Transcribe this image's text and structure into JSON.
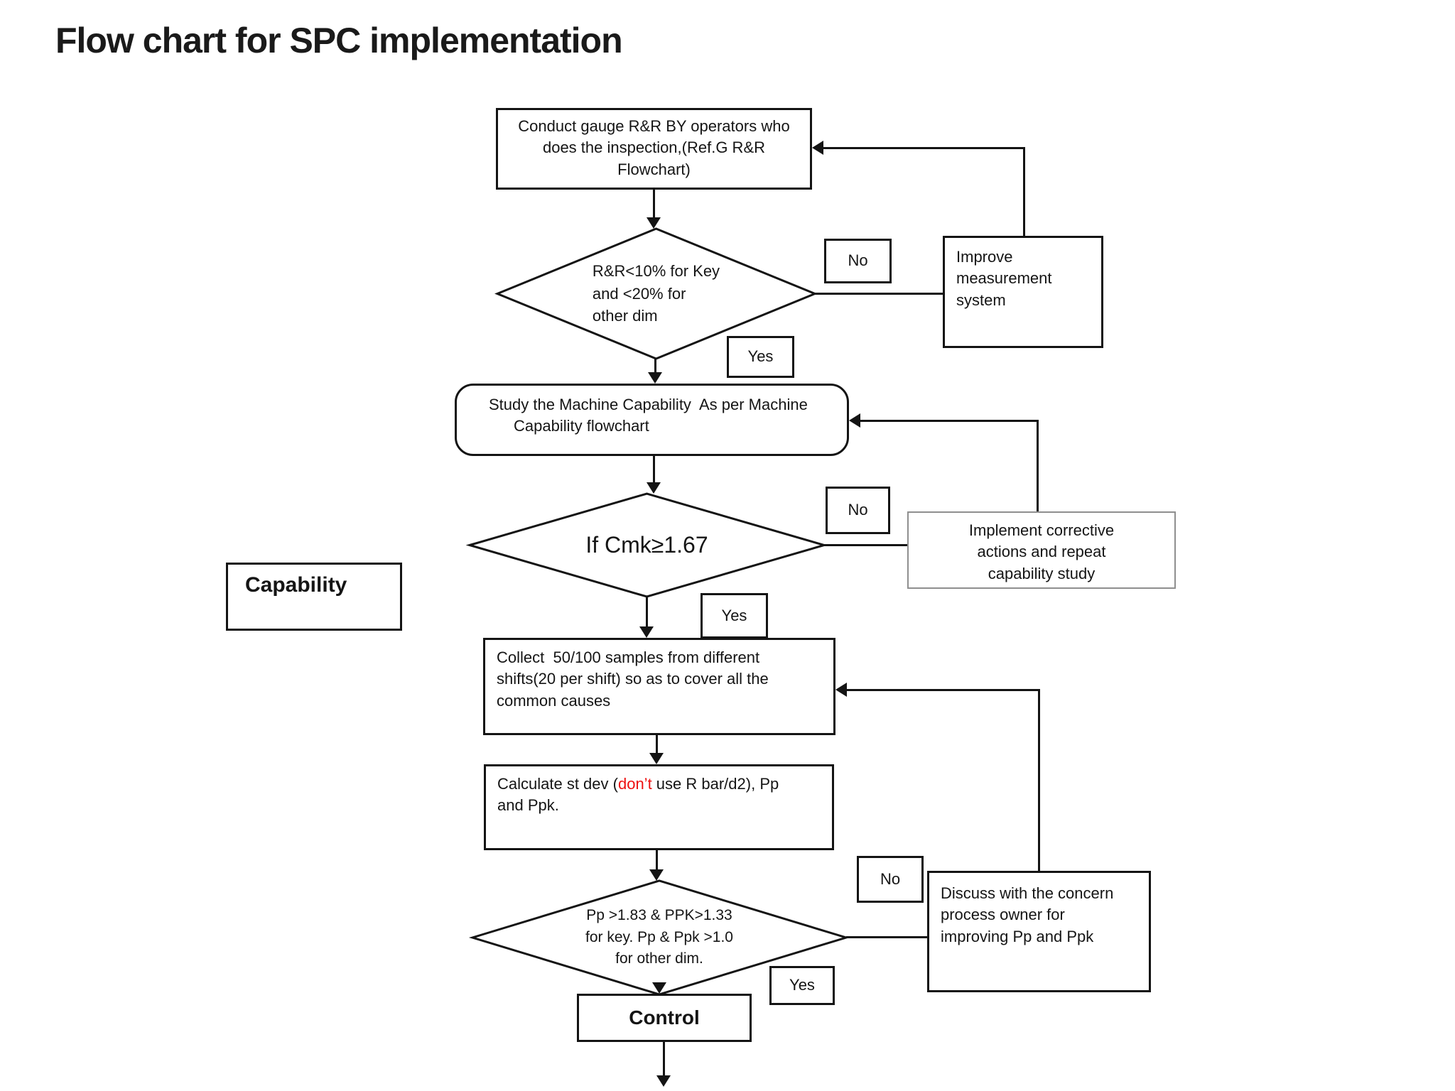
{
  "title": "Flow chart for SPC implementation",
  "decision_labels": {
    "no": "No",
    "yes": "Yes"
  },
  "colors": {
    "line": "#141414",
    "highlight_red": "#ee1111",
    "implement_border": "#8f8f8f"
  },
  "nodes": {
    "gauge": {
      "lines": [
        "Conduct gauge R&R BY operators who",
        "does the inspection,(Ref.G R&R",
        "Flowchart)"
      ]
    },
    "rr_decision": {
      "lines": [
        "R&R<10% for Key",
        "and <20% for",
        "other dim"
      ]
    },
    "improve": {
      "lines": [
        "Improve",
        "measurement",
        "system"
      ]
    },
    "machine": {
      "lines": [
        "Study the Machine Capability  As per Machine",
        "Capability flowchart"
      ]
    },
    "cmk_decision": {
      "text": "If Cmk≥1.67"
    },
    "implement": {
      "lines": [
        "Implement corrective",
        "actions and repeat",
        "capability study"
      ]
    },
    "capability": {
      "text": "Capability"
    },
    "collect": {
      "lines": [
        "Collect  50/100 samples from different",
        "shifts(20 per shift) so as to cover all the",
        "common causes"
      ]
    },
    "calculate": {
      "line1_prefix": "Calculate st dev (",
      "line1_highlight": "don’t",
      "line1_suffix": " use R bar/d2), Pp",
      "line2": "and Ppk."
    },
    "ppk_decision": {
      "lines": [
        "Pp >1.83 & PPK>1.33",
        "for key. Pp & Ppk >1.0",
        "for other dim."
      ]
    },
    "control": {
      "text": "Control"
    }
  }
}
